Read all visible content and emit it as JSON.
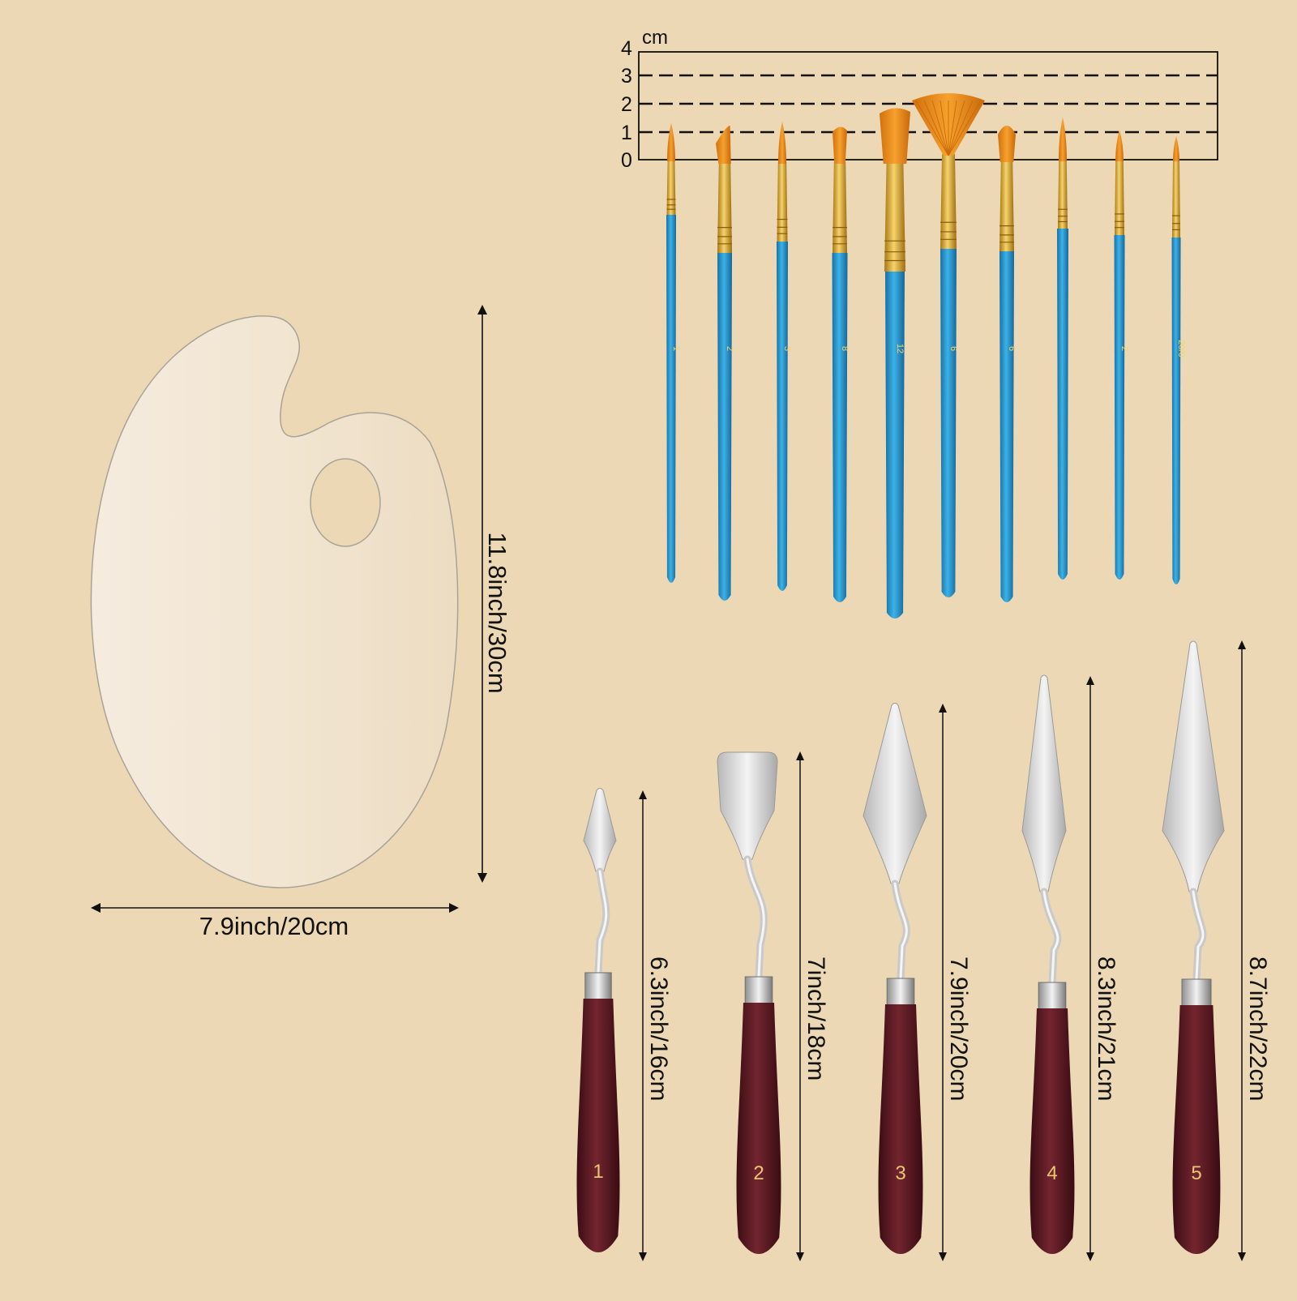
{
  "palette": {
    "width_label": "7.9inch/20cm",
    "height_label": "11.8inch/30cm"
  },
  "brush_ruler": {
    "unit": "cm",
    "ticks": [
      "0",
      "1",
      "2",
      "3",
      "4"
    ]
  },
  "brushes": [
    {
      "size": "1",
      "tip": "round"
    },
    {
      "size": "2",
      "tip": "angle"
    },
    {
      "size": "3",
      "tip": "round"
    },
    {
      "size": "8",
      "tip": "flat"
    },
    {
      "size": "12",
      "tip": "flat"
    },
    {
      "size": "6",
      "tip": "fan"
    },
    {
      "size": "6",
      "tip": "filbert"
    },
    {
      "size": "",
      "tip": "round"
    },
    {
      "size": "2",
      "tip": "round"
    },
    {
      "size": "20/0",
      "tip": "liner"
    }
  ],
  "knives": [
    {
      "number": "1",
      "length_label": "6.3inch/16cm"
    },
    {
      "number": "2",
      "length_label": "7inch/18cm"
    },
    {
      "number": "3",
      "length_label": "7.9inch/20cm"
    },
    {
      "number": "4",
      "length_label": "8.3inch/21cm"
    },
    {
      "number": "5",
      "length_label": "8.7inch/22cm"
    }
  ],
  "colors": {
    "background": "#ecd8b4",
    "handle_blue": "#1e8fcc",
    "bristle_orange": "#f0901c",
    "ferrule_gold": "#d9a52a",
    "knife_handle": "#5a1a22",
    "steel": "#dcdcdc"
  }
}
